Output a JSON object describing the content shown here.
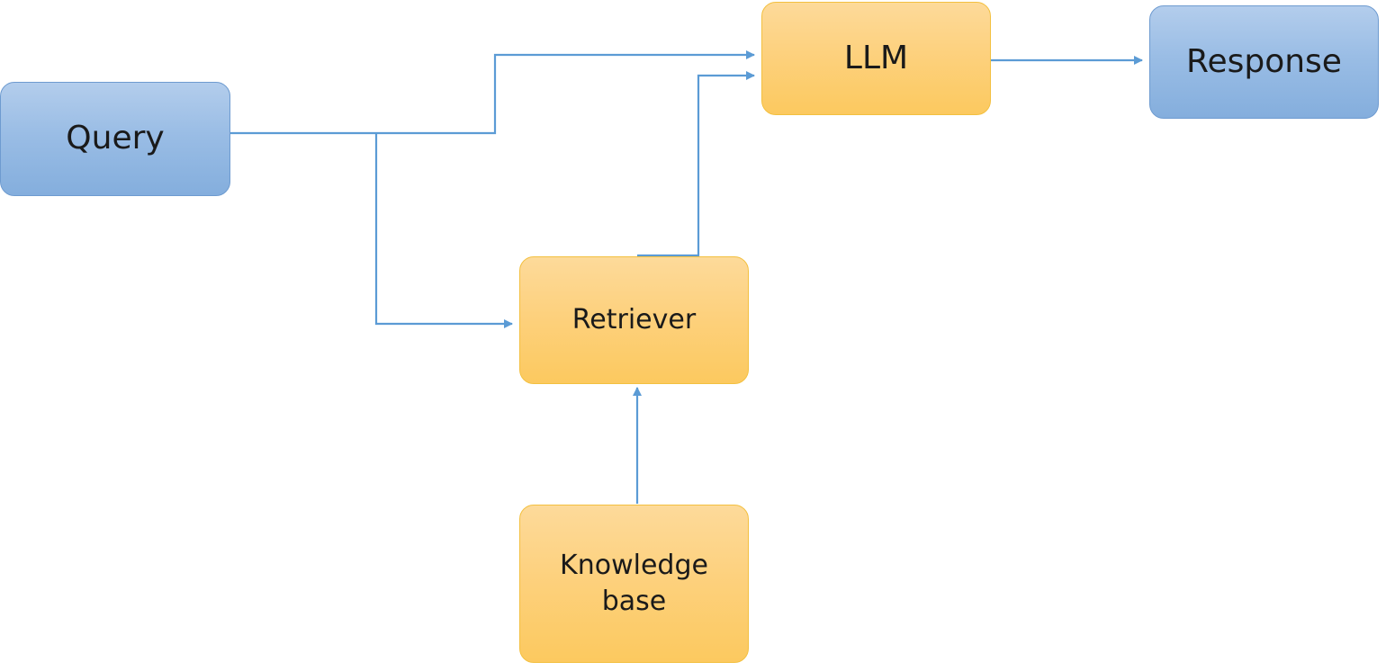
{
  "nodes": {
    "query": {
      "label": "Query",
      "color": "#9abde5"
    },
    "llm": {
      "label": "LLM",
      "color": "#fdd17e"
    },
    "response": {
      "label": "Response",
      "color": "#9abde5"
    },
    "retriever": {
      "label": "Retriever",
      "color": "#fdd17e"
    },
    "knowledge_base": {
      "label": "Knowledge\nbase",
      "color": "#fdd17e"
    }
  },
  "edges": [
    {
      "from": "query",
      "to": "llm"
    },
    {
      "from": "query",
      "to": "retriever"
    },
    {
      "from": "retriever",
      "to": "llm"
    },
    {
      "from": "knowledge_base",
      "to": "retriever"
    },
    {
      "from": "llm",
      "to": "response"
    }
  ],
  "edge_color": "#5b9bd5"
}
